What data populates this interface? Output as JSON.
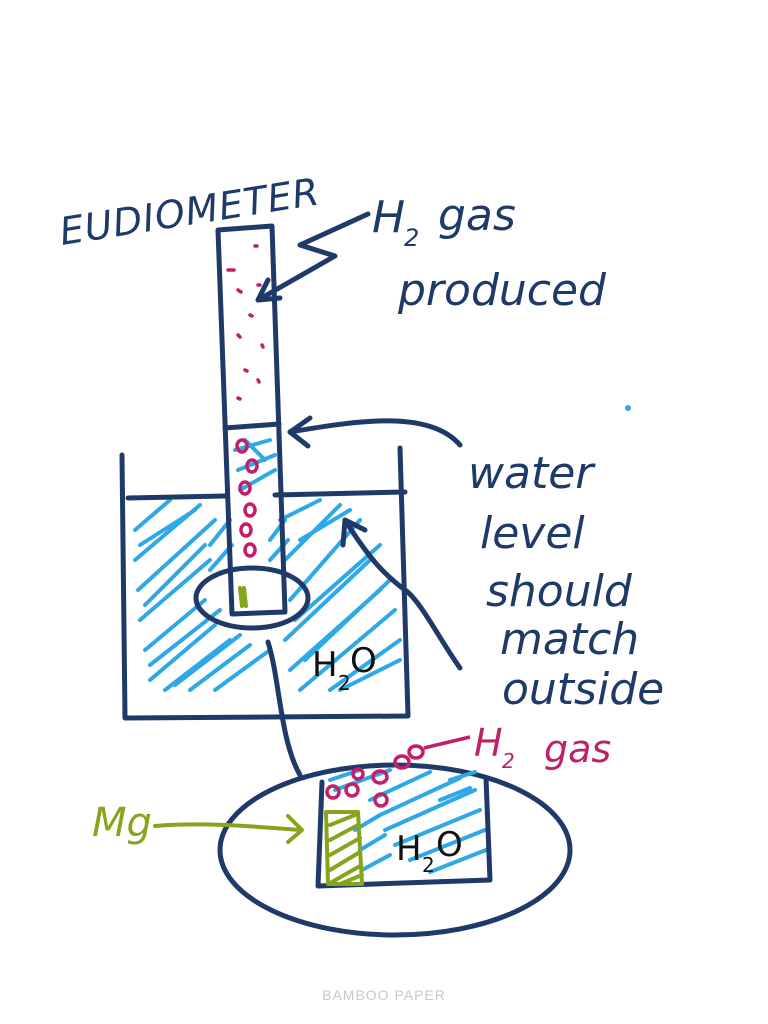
{
  "labels": {
    "eudiometer": "EUDIOMETER",
    "h2_gas_produced_line1": "H",
    "h2_gas_produced_sub": "2",
    "h2_gas_produced_gas": "gas",
    "h2_gas_produced_line2": "produced",
    "water_line1": "water",
    "water_line2": "level",
    "water_line3": "should",
    "water_line4": "match",
    "water_line5": "outside",
    "h2o_main": "H",
    "h2o_main_sub": "2",
    "h2o_main_o": "O",
    "h2o_zoom": "H",
    "h2o_zoom_sub": "2",
    "h2o_zoom_o": "O",
    "h2_gas_zoom": "H",
    "h2_gas_zoom_sub": "2",
    "h2_gas_zoom_gas": "gas",
    "mg": "Mg"
  },
  "watermark": "BAMBOO PAPER",
  "colors": {
    "ink": "#1f3a68",
    "water": "#2ea8e6",
    "magnesium": "#86a51c",
    "gas": "#c0206a",
    "watermark": "#c8c8c8"
  }
}
